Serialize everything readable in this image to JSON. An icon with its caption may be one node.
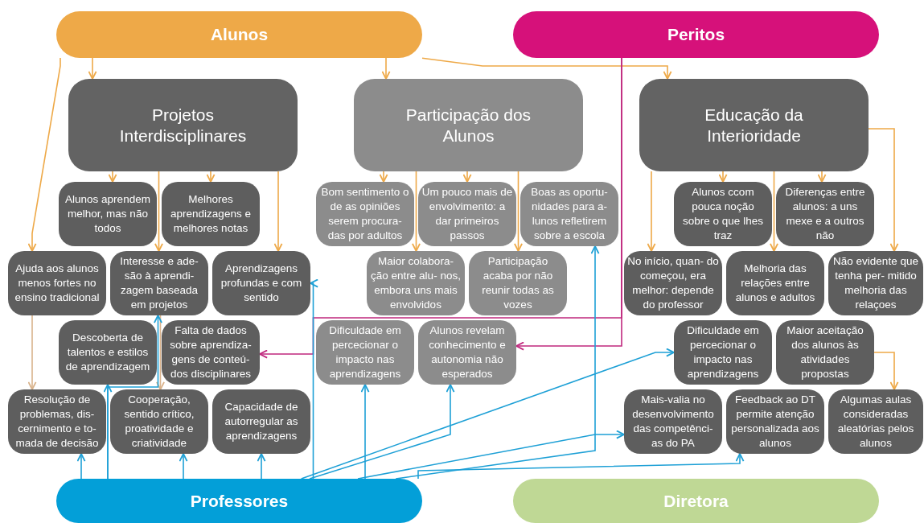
{
  "diagram": {
    "nodes": [
      {
        "text": [
          "Alunos"
        ]
      },
      {
        "text": [
          "Peritos"
        ]
      },
      {
        "text": [
          "Professores"
        ]
      },
      {
        "text": [
          "Diretora"
        ]
      },
      {
        "text": [
          "Projetos Interdisciplinares"
        ]
      },
      {
        "text": [
          "Participação dos Alunos"
        ]
      },
      {
        "text": [
          "Educação da Interioridade"
        ]
      },
      {
        "text": [
          "Alunos aprendem melhor, mas não todos"
        ]
      },
      {
        "text": [
          "Melhores aprendizagens e melhores notas"
        ]
      },
      {
        "text": [
          "Bom sentimento o de as opiniões serem procura- das por adultos"
        ]
      },
      {
        "text": [
          "Um pouco mais de envolvimento: a dar primeiros passos"
        ]
      },
      {
        "text": [
          "Boas as oportu- nidades para a- lunos refletirem sobre a escola"
        ]
      },
      {
        "text": [
          "Alunos ccom pouca noção sobre o que lhes traz"
        ]
      },
      {
        "text": [
          "Diferenças entre alunos: a uns mexe e a outros não"
        ]
      },
      {
        "text": [
          "Ajuda aos alunos menos fortes no ensino tradicional"
        ]
      },
      {
        "text": [
          "Interesse e ade- são à aprendi- zagem baseada em projetos"
        ]
      },
      {
        "text": [
          "Aprendizagens profundas e com sentido"
        ]
      },
      {
        "text": [
          "Maior colabora- ção entre alu- nos, embora uns mais envolvidos"
        ]
      },
      {
        "text": [
          "Participação acaba por não reunir todas as vozes"
        ]
      },
      {
        "text": [
          "No início, quan- do começou, era melhor: depende do professor"
        ]
      },
      {
        "text": [
          "Melhoria das relações entre alunos e adultos"
        ]
      },
      {
        "text": [
          "Não evidente que tenha per- mitido melhoria das relaçoes"
        ]
      },
      {
        "text": [
          "Descoberta de talentos e estilos de aprendizagem"
        ]
      },
      {
        "text": [
          "Falta de dados sobre aprendiza- gens de conteú- dos disciplinares"
        ]
      },
      {
        "text": [
          "Dificuldade em percecionar o impacto nas aprendizagens"
        ]
      },
      {
        "text": [
          "Alunos revelam conhecimento e autonomia não esperados"
        ]
      },
      {
        "text": [
          "Dificuldade em percecionar o impacto nas aprendizagens"
        ]
      },
      {
        "text": [
          "Maior aceitação dos alunos às atividades propostas"
        ]
      },
      {
        "text": [
          "Resolução de problemas, dis- cernimento e to- mada de decisão"
        ]
      },
      {
        "text": [
          "Cooperação, sentido crítico, proatividade e criatividade"
        ]
      },
      {
        "text": [
          "Capacidade de autorregular as aprendizagens"
        ]
      },
      {
        "text": [
          "Mais-valia no desenvolvimento das competênci- as do PA"
        ]
      },
      {
        "text": [
          "Feedback ao DT permite atenção personalizada aos alunos"
        ]
      },
      {
        "text": [
          "Algumas aulas consideradas aleatórias pelos alunos"
        ]
      }
    ],
    "edges": [
      {
        "from": 0,
        "to": 14,
        "arrow": "to"
      },
      {
        "from": 0,
        "to": 4,
        "arrow": "to"
      },
      {
        "from": 0,
        "to": 5,
        "arrow": "to"
      },
      {
        "from": 0,
        "to": 6,
        "arrow": "to"
      },
      {
        "from": 4,
        "to": 7,
        "arrow": "to"
      },
      {
        "from": 4,
        "to": 15,
        "arrow": "to"
      },
      {
        "from": 4,
        "to": 8,
        "arrow": "to"
      },
      {
        "from": 4,
        "to": 16,
        "arrow": "to"
      },
      {
        "from": 5,
        "to": 9,
        "arrow": "to"
      },
      {
        "from": 5,
        "to": 10,
        "arrow": "to"
      },
      {
        "from": 5,
        "to": 17,
        "arrow": "to"
      },
      {
        "from": 5,
        "to": 18,
        "arrow": "to"
      },
      {
        "from": 6,
        "to": 12,
        "arrow": "to"
      },
      {
        "from": 6,
        "to": 13,
        "arrow": "to"
      },
      {
        "from": 6,
        "to": 19,
        "arrow": "to"
      },
      {
        "from": 6,
        "to": 20,
        "arrow": "to"
      },
      {
        "from": 6,
        "to": 21,
        "arrow": "to"
      },
      {
        "from": 27,
        "to": 33,
        "arrow": "to"
      },
      {
        "from": 14,
        "to": 28,
        "arrow": "to",
        "color": "#d9b38c"
      },
      {
        "from": 15,
        "to": 29,
        "arrow": "to",
        "color": "#d9b38c"
      },
      {
        "from": 1,
        "to": 23,
        "arrow": "to",
        "color": "#c0287e"
      },
      {
        "from": 1,
        "to": 25,
        "arrow": "to",
        "color": "#c0287e"
      },
      {
        "from": 2,
        "to": 28,
        "arrow": "to",
        "color": "#1ea0d6"
      },
      {
        "from": 2,
        "to": 22,
        "arrow": "to",
        "color": "#1ea0d6"
      },
      {
        "from": 2,
        "to": 15,
        "arrow": "to",
        "color": "#1ea0d6"
      },
      {
        "from": 2,
        "to": 29,
        "arrow": "to",
        "color": "#1ea0d6"
      },
      {
        "from": 2,
        "to": 30,
        "arrow": "to",
        "color": "#1ea0d6"
      },
      {
        "from": 2,
        "to": 16,
        "arrow": "to",
        "color": "#1ea0d6"
      },
      {
        "from": 2,
        "to": 24,
        "arrow": "to",
        "color": "#1ea0d6"
      },
      {
        "from": 2,
        "to": 25,
        "arrow": "to",
        "color": "#1ea0d6"
      },
      {
        "from": 2,
        "to": 11,
        "arrow": "to",
        "color": "#1ea0d6"
      },
      {
        "from": 2,
        "to": 26,
        "arrow": "to",
        "color": "#1ea0d6"
      },
      {
        "from": 2,
        "to": 31,
        "arrow": "to",
        "color": "#1ea0d6"
      },
      {
        "from": 2,
        "to": 32,
        "arrow": "to",
        "color": "#1ea0d6"
      }
    ]
  }
}
